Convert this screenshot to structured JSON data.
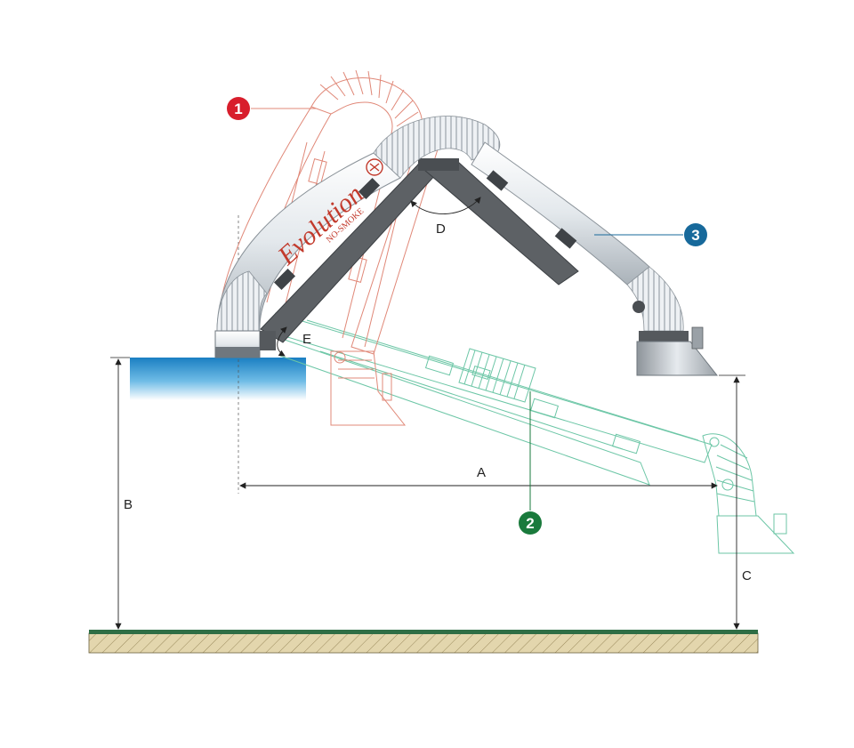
{
  "diagram": {
    "brand": {
      "script": "Evolution",
      "subtitle": "NO-SMOKE"
    },
    "dimension_labels": {
      "a": "A",
      "b": "B",
      "c": "C",
      "d": "D",
      "e": "E"
    },
    "callouts": [
      {
        "number": "1",
        "color": "#d81e2c"
      },
      {
        "number": "2",
        "color": "#1a7a3c"
      },
      {
        "number": "3",
        "color": "#17699b"
      }
    ],
    "colors": {
      "ghost_upper": "#e08878",
      "ghost_lower": "#6cc6a6",
      "arm_tube": "#e9edf1",
      "arm_frame": "#5d6165",
      "wall_mount": "#2e8fc9",
      "floor_top": "#2f6e45",
      "floor_hatch": "#d8c89e"
    }
  }
}
